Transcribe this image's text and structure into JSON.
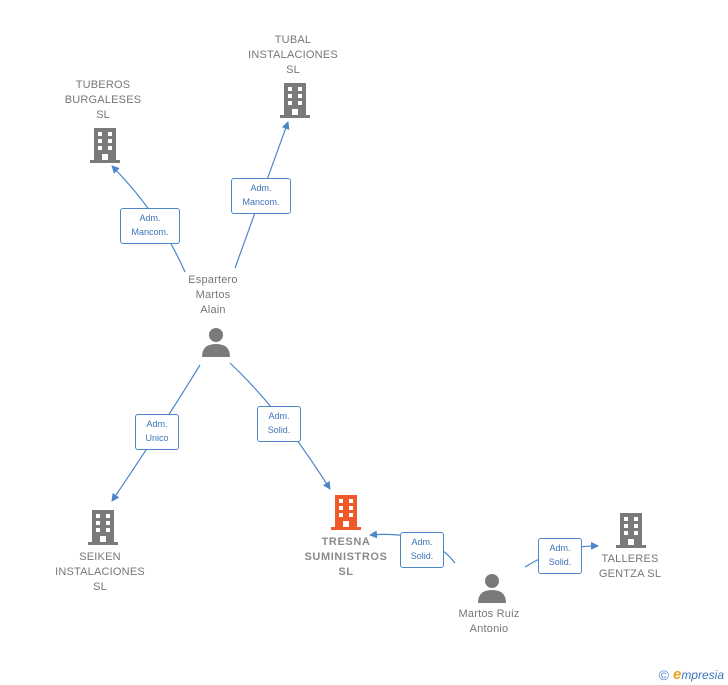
{
  "nodes": {
    "tuberos": {
      "label": "TUBEROS\nBURGALESES\nSL",
      "kind": "company"
    },
    "tubal": {
      "label": "TUBAL\nINSTALACIONES\nSL",
      "kind": "company"
    },
    "espartero": {
      "label": "Espartero\nMartos\nAlain",
      "kind": "person"
    },
    "seiken": {
      "label": "SEIKEN\nINSTALACIONES\nSL",
      "kind": "company"
    },
    "tresna": {
      "label": "TRESNA\nSUMINISTROS\nSL",
      "kind": "company-focus"
    },
    "talleres": {
      "label": "TALLERES\nGENTZA SL",
      "kind": "company"
    },
    "martos_ruiz": {
      "label": "Martos Ruiz\nAntonio",
      "kind": "person"
    }
  },
  "edges": {
    "espartero_tuberos": "Adm.\nMancom.",
    "espartero_tubal": "Adm.\nMancom.",
    "espartero_seiken": "Adm.\nUnico",
    "espartero_tresna": "Adm.\nSolid.",
    "martos_tresna": "Adm.\nSolid.",
    "martos_talleres": "Adm.\nSolid."
  },
  "colors": {
    "company": "#7a7a7a",
    "focus": "#f05a28",
    "person": "#7a7a7a",
    "edge": "#4a86c8"
  },
  "footer": {
    "copyright": "©",
    "brand_initial": "e",
    "brand_rest": "mpresia"
  }
}
